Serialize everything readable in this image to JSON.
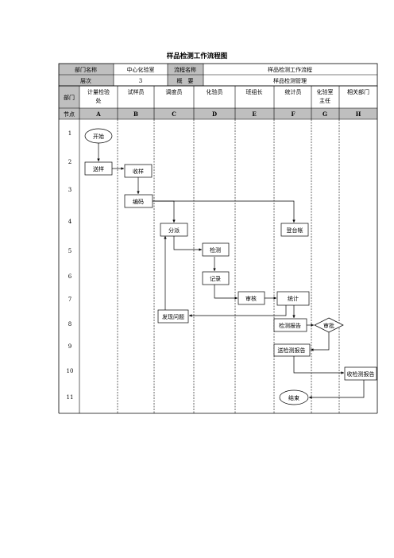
{
  "title": "样品检测工作流程图",
  "header": {
    "dept_label": "部门名称",
    "dept_value": "中心化验室",
    "flow_label": "流程名称",
    "flow_value": "样品检测工作流程",
    "level_label": "层次",
    "level_value": "3",
    "summary_label": "概　要",
    "summary_value": "样品检测管理"
  },
  "columns": {
    "dept_header": "部门",
    "node_header": "节点",
    "items": [
      {
        "name": "计量检验处",
        "letter": "A"
      },
      {
        "name": "试样员",
        "letter": "B"
      },
      {
        "name": "调度员",
        "letter": "C"
      },
      {
        "name": "化验员",
        "letter": "D"
      },
      {
        "name": "班组长",
        "letter": "E"
      },
      {
        "name": "统计员",
        "letter": "F"
      },
      {
        "name": "化验室主任",
        "letter": "G"
      },
      {
        "name": "相关部门",
        "letter": "H"
      }
    ]
  },
  "rows": [
    "1",
    "2",
    "3",
    "4",
    "5",
    "6",
    "7",
    "8",
    "9",
    "10",
    "11"
  ],
  "nodes": {
    "start": "开始",
    "send_sample": "送样",
    "receive_sample": "收样",
    "code": "编码",
    "dispatch": "分派",
    "register": "登台帐",
    "test": "检测",
    "record": "记录",
    "review": "审核",
    "statistics": "统计",
    "issue": "发现问题",
    "test_report": "检测报告",
    "approve": "审批",
    "send_report": "送检测报告",
    "receive_report": "收检测报告",
    "end": "结束"
  }
}
